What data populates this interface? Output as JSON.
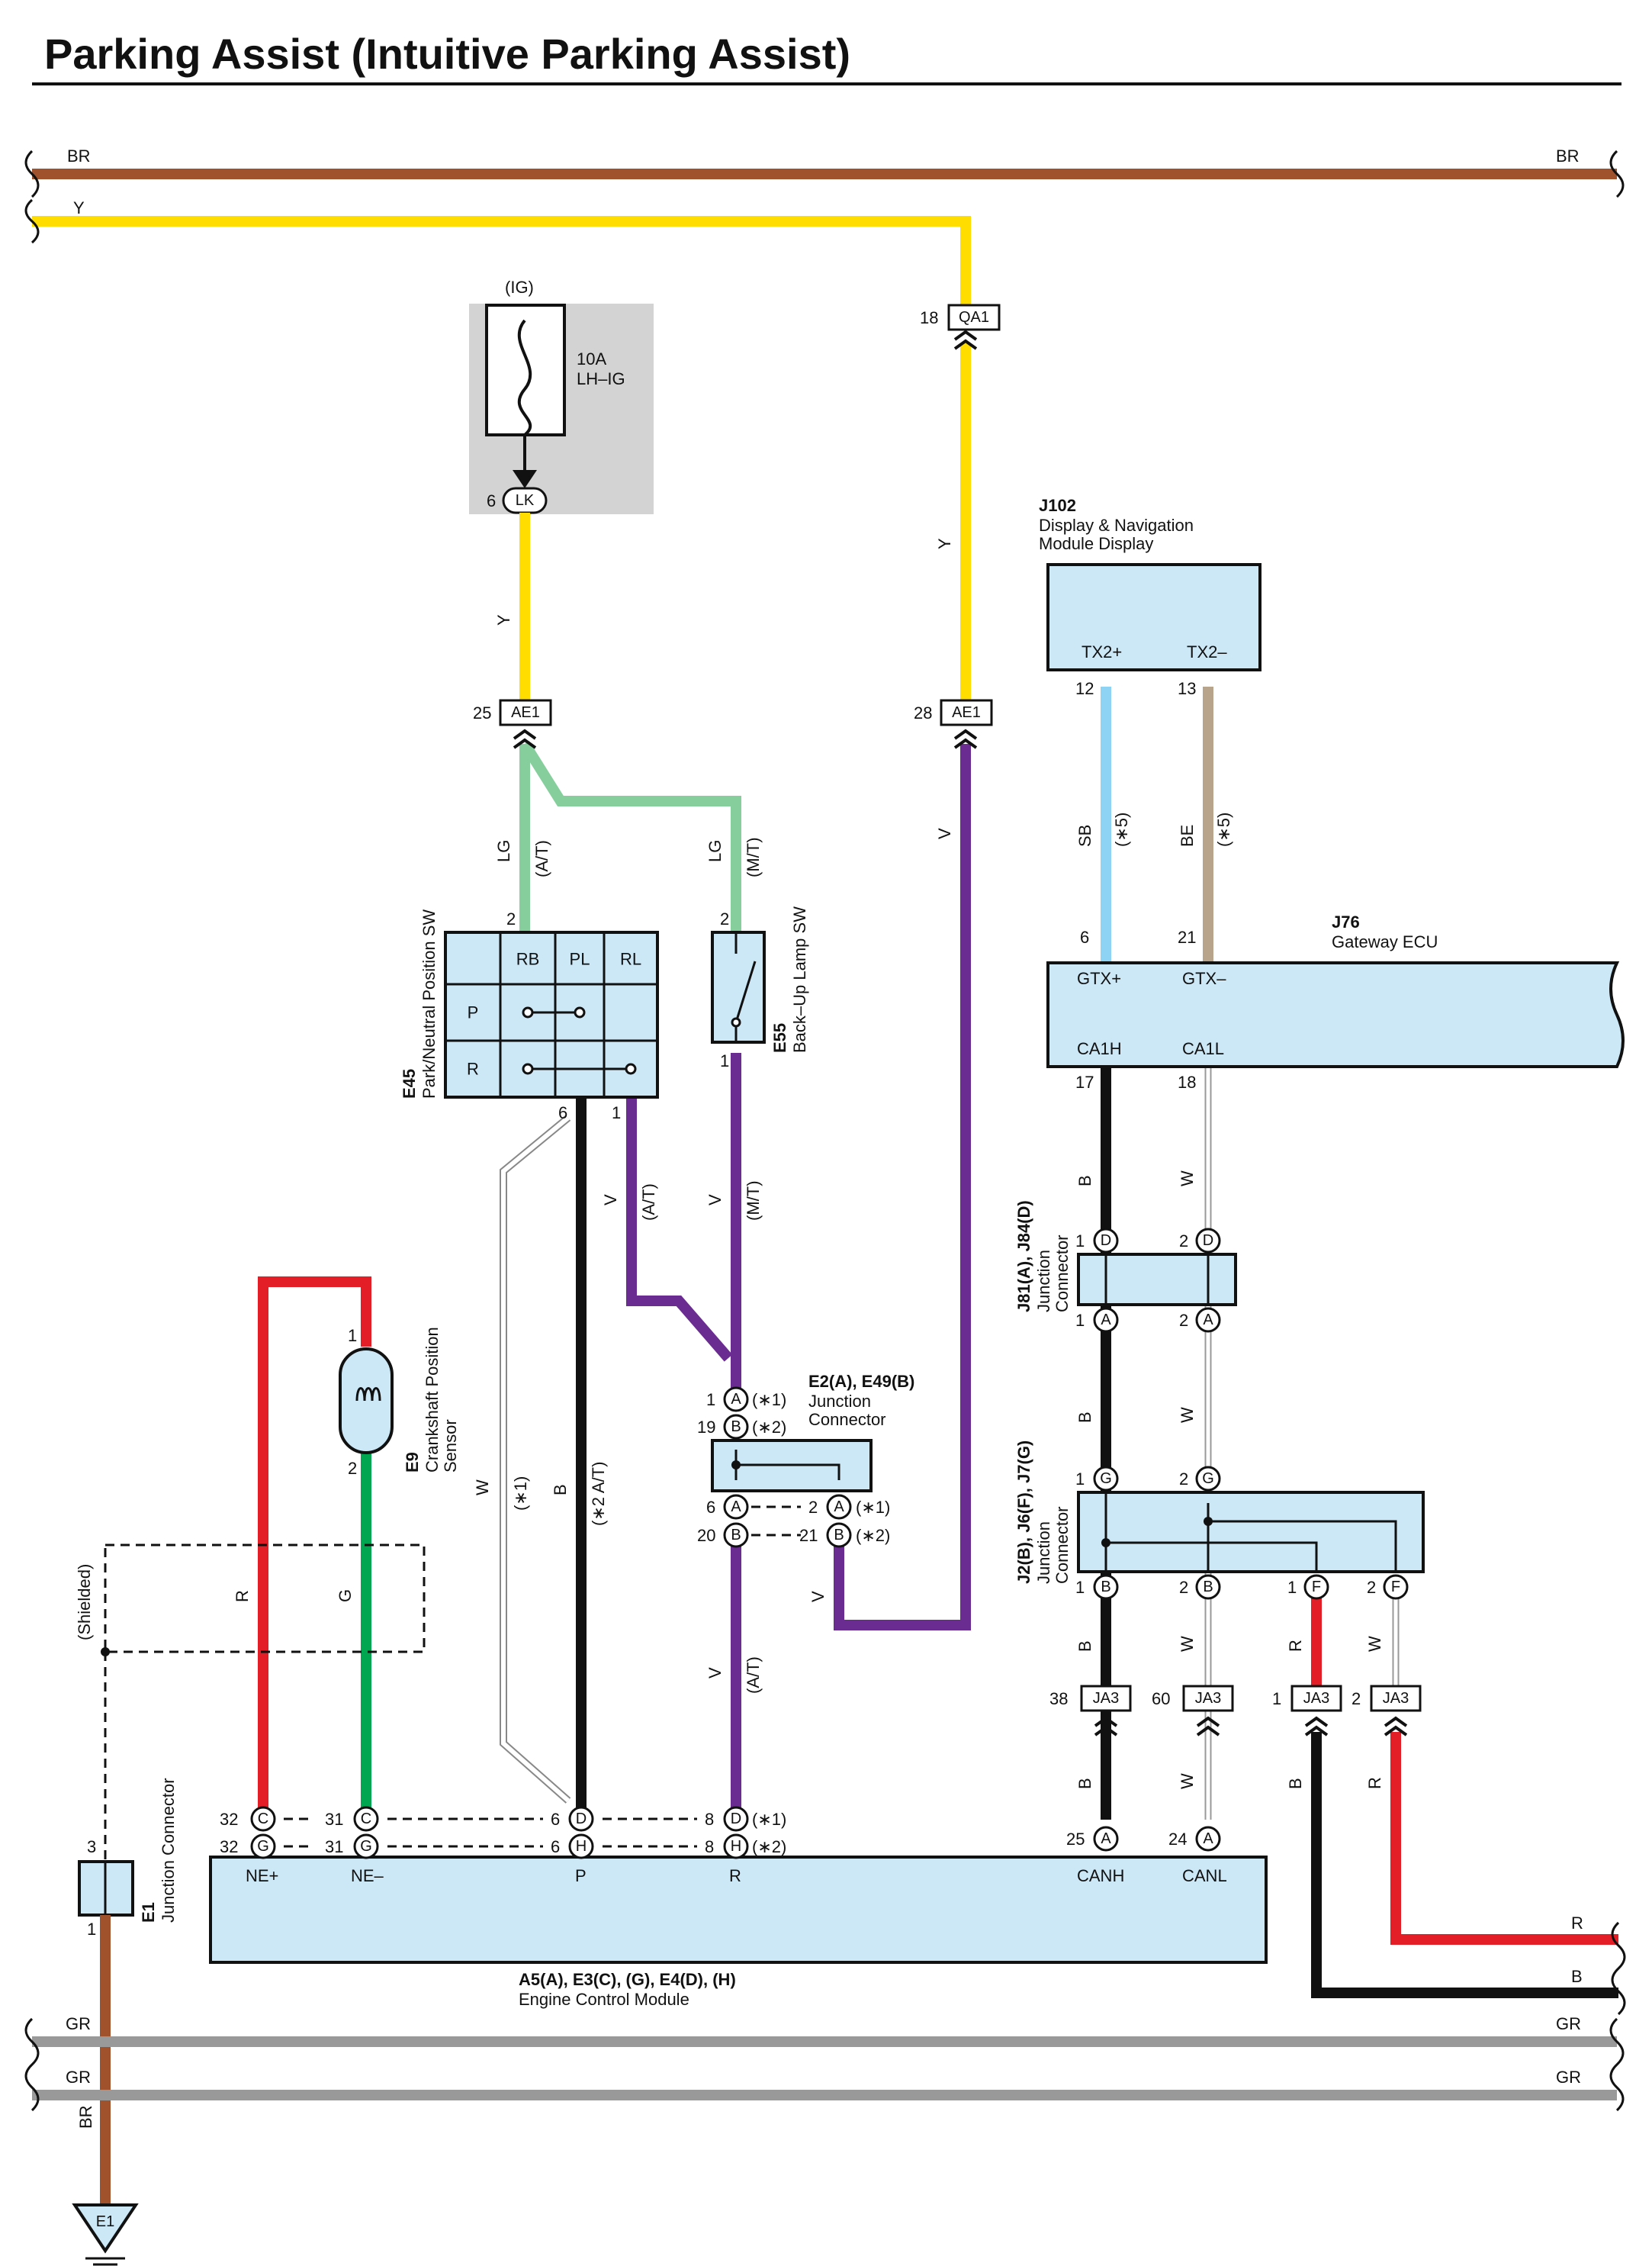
{
  "title": "Parking Assist (Intuitive Parking Assist)",
  "colors": {
    "BR": "#a0522d",
    "Y": "#ffdd00",
    "LG": "#86cf9d",
    "V": "#6a2c91",
    "B": "#111111",
    "R": "#e41e26",
    "G": "#00a650",
    "W": "#ffffff",
    "SB": "#8fd3f4",
    "BE": "#b8a48a",
    "GR": "#999999",
    "box": "#cce8f7",
    "fuse_bg": "#d3d3d3"
  },
  "wire_labels": {
    "br_left": "BR",
    "br_right": "BR",
    "y_top": "Y",
    "y_fuse": "Y",
    "y_right": "Y",
    "lg_at": "LG",
    "lg_at_note": "(A/T)",
    "lg_mt": "LG",
    "lg_mt_note": "(M/T)",
    "v_main": "V",
    "sb": "SB",
    "sb_note": "(∗5)",
    "be": "BE",
    "be_note": "(∗5)",
    "v_at": "V",
    "v_at_note": "(A/T)",
    "v_mt": "V",
    "v_mt_note": "(M/T)",
    "w_shield": "W",
    "w_shield_note": "(∗1)",
    "b_p": "B",
    "b_p_note": "(∗2 A/T)",
    "r_crank": "R",
    "g_crank": "G",
    "v_r": "V",
    "v_r_note": "(A/T)",
    "v_e2": "V",
    "b_j81": "B",
    "w_j81": "W",
    "b_j2": "B",
    "w_j2": "W",
    "b_j2b": "B",
    "w_j2b": "W",
    "r_j2f": "R",
    "w_j2f": "W",
    "b_ja3": "B",
    "w_ja3": "W",
    "b_ja3c": "B",
    "r_ja3d": "R",
    "r_right": "R",
    "b_right": "B",
    "gr1_left": "GR",
    "gr1_right": "GR",
    "gr2_left": "GR",
    "gr2_right": "GR",
    "br_ground": "BR",
    "shielded": "(Shielded)"
  },
  "fuse": {
    "ig": "(IG)",
    "rating": "10A",
    "name": "LH–IG",
    "pin_num": "6",
    "pin": "LK"
  },
  "connectors": {
    "qa1": {
      "num": "18",
      "id": "QA1"
    },
    "ae1_left": {
      "num": "25",
      "id": "AE1"
    },
    "ae1_right": {
      "num": "28",
      "id": "AE1"
    },
    "ja3": [
      {
        "num": "38",
        "id": "JA3"
      },
      {
        "num": "60",
        "id": "JA3"
      },
      {
        "num": "1",
        "id": "JA3"
      },
      {
        "num": "2",
        "id": "JA3"
      }
    ]
  },
  "j102": {
    "id": "J102",
    "line1": "Display & Navigation",
    "line2": "Module Display",
    "pins": [
      {
        "num": "12",
        "label": "TX2+"
      },
      {
        "num": "13",
        "label": "TX2–"
      }
    ]
  },
  "j76": {
    "id": "J76",
    "name": "Gateway ECU",
    "top_pins": [
      {
        "num": "6",
        "label": "GTX+"
      },
      {
        "num": "21",
        "label": "GTX–"
      }
    ],
    "bottom_pins": [
      {
        "num": "17",
        "label": "CA1H"
      },
      {
        "num": "18",
        "label": "CA1L"
      }
    ]
  },
  "e45": {
    "id": "E45",
    "name": "Park/Neutral Position SW",
    "cols": [
      "RB",
      "PL",
      "RL"
    ],
    "rows": [
      "P",
      "R"
    ],
    "pin_top": "2",
    "pin_b1": "6",
    "pin_b2": "1"
  },
  "e55": {
    "id": "E55",
    "name": "Back–Up Lamp SW",
    "pin_top": "2",
    "pin_bottom": "1"
  },
  "e9": {
    "id": "E9",
    "line1": "Crankshaft Position",
    "line2": "Sensor",
    "pin_top": "1",
    "pin_bottom": "2"
  },
  "e2": {
    "id": "E2(A), E49(B)",
    "line1": "Junction",
    "line2": "Connector",
    "pins": [
      {
        "num": "1",
        "pin": "A",
        "note": "(∗1)"
      },
      {
        "num": "19",
        "pin": "B",
        "note": "(∗2)"
      },
      {
        "num": "6",
        "pin": "A"
      },
      {
        "num": "20",
        "pin": "B"
      },
      {
        "num": "2",
        "pin": "A",
        "note": "(∗1)"
      },
      {
        "num": "21",
        "pin": "B",
        "note": "(∗2)"
      }
    ]
  },
  "j81": {
    "id": "J81(A), J84(D)",
    "line1": "Junction",
    "line2": "Connector",
    "pins": [
      {
        "num": "1",
        "pin": "D"
      },
      {
        "num": "2",
        "pin": "D"
      },
      {
        "num": "1",
        "pin": "A"
      },
      {
        "num": "2",
        "pin": "A"
      }
    ]
  },
  "j2": {
    "id": "J2(B), J6(F), J7(G)",
    "line1": "Junction",
    "line2": "Connector",
    "pins": [
      {
        "num": "1",
        "pin": "G"
      },
      {
        "num": "2",
        "pin": "G"
      },
      {
        "num": "1",
        "pin": "B"
      },
      {
        "num": "2",
        "pin": "B"
      },
      {
        "num": "1",
        "pin": "F"
      },
      {
        "num": "2",
        "pin": "F"
      }
    ]
  },
  "e1": {
    "id": "E1",
    "name": "Junction Connector",
    "pin_top": "3",
    "pin_bottom": "1",
    "ground": "E1"
  },
  "ecm": {
    "id": "A5(A), E3(C), (G), E4(D), (H)",
    "name": "Engine Control Module",
    "labels": [
      "NE+",
      "NE–",
      "P",
      "R",
      "CANH",
      "CANL"
    ],
    "pins_top": [
      {
        "num": "32",
        "pin": "C"
      },
      {
        "num": "31",
        "pin": "C"
      },
      {
        "num": "6",
        "pin": "D"
      },
      {
        "num": "8",
        "pin": "D",
        "note": "(∗1)"
      },
      {
        "num": "25",
        "pin": "A"
      },
      {
        "num": "24",
        "pin": "A"
      }
    ],
    "pins_bottom": [
      {
        "num": "32",
        "pin": "G"
      },
      {
        "num": "31",
        "pin": "G"
      },
      {
        "num": "6",
        "pin": "H"
      },
      {
        "num": "8",
        "pin": "H",
        "note": "(∗2)"
      }
    ]
  }
}
